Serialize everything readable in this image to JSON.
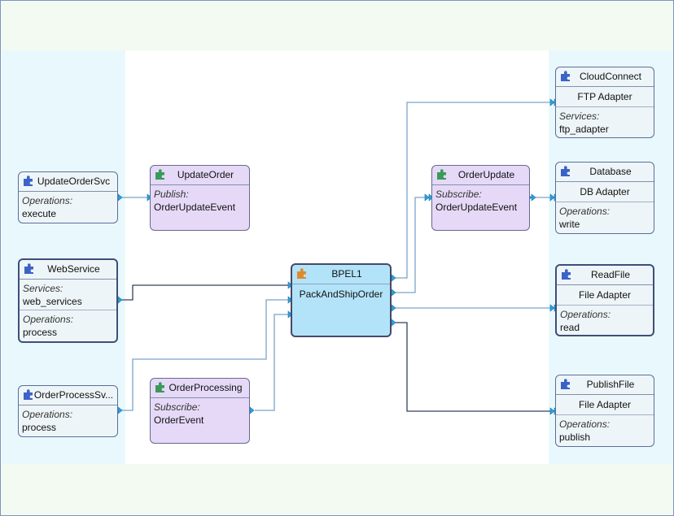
{
  "colors": {
    "service_puzzle": "#3b63c7",
    "event_puzzle": "#3a9a5a",
    "bpel_puzzle": "#e08a2e",
    "wire": "#7ba5c9",
    "wire_dark": "#33425e",
    "arrow": "#29a3e6"
  },
  "components": {
    "update_order_svc": {
      "title": "UpdateOrderSvc",
      "sec1_label": "Operations:",
      "sec1_value": "execute",
      "icon": "puzzle-icon"
    },
    "web_service": {
      "title": "WebService",
      "sec1_label": "Services:",
      "sec1_value": "web_services",
      "sec2_label": "Operations:",
      "sec2_value": "process",
      "icon": "puzzle-icon"
    },
    "order_process_svc": {
      "title": "OrderProcessSv...",
      "sec1_label": "Operations:",
      "sec1_value": "process",
      "icon": "puzzle-icon"
    },
    "update_order": {
      "title": "UpdateOrder",
      "sec1_label": "Publish:",
      "sec1_value": "OrderUpdateEvent",
      "icon": "puzzle-icon"
    },
    "order_processing": {
      "title": "OrderProcessing",
      "sec1_label": "Subscribe:",
      "sec1_value": "OrderEvent",
      "icon": "puzzle-icon"
    },
    "bpel1": {
      "title": "BPEL1",
      "subtitle": "PackAndShipOrder",
      "icon": "puzzle-icon"
    },
    "order_update": {
      "title": "OrderUpdate",
      "sec1_label": "Subscribe:",
      "sec1_value": "OrderUpdateEvent",
      "icon": "puzzle-icon"
    },
    "cloud_connect": {
      "title": "CloudConnect",
      "adapter": "FTP Adapter",
      "sec1_label": "Services:",
      "sec1_value": "ftp_adapter",
      "icon": "puzzle-icon"
    },
    "database": {
      "title": "Database",
      "adapter": "DB Adapter",
      "sec1_label": "Operations:",
      "sec1_value": "write",
      "icon": "puzzle-icon"
    },
    "read_file": {
      "title": "ReadFile",
      "adapter": "File Adapter",
      "sec1_label": "Operations:",
      "sec1_value": "read",
      "icon": "puzzle-icon"
    },
    "publish_file": {
      "title": "PublishFile",
      "adapter": "File Adapter",
      "sec1_label": "Operations:",
      "sec1_value": "publish",
      "icon": "puzzle-icon"
    }
  }
}
